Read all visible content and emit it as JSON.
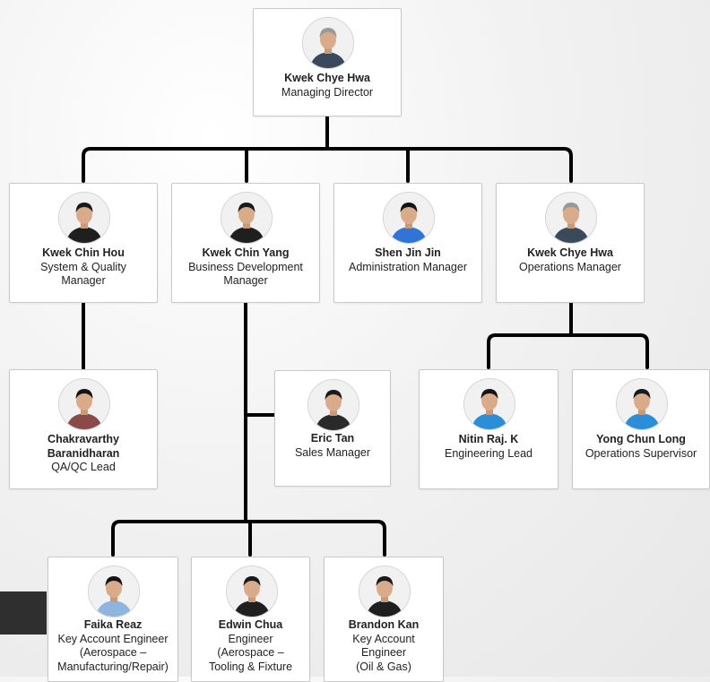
{
  "people": {
    "md": {
      "name": "Kwek Chye Hwa",
      "role": "Managing Director",
      "shirt": "#3a4a5c",
      "hair": "#9a9a9a"
    },
    "kch": {
      "name": "Kwek Chin Hou",
      "role": "System & Quality\nManager",
      "shirt": "#1f1f1f",
      "hair": "#1a1a1a"
    },
    "kcy": {
      "name": "Kwek Chin Yang",
      "role": "Business Development\nManager",
      "shirt": "#1f1f1f",
      "hair": "#1a1a1a"
    },
    "sjj": {
      "name": "Shen Jin Jin",
      "role": "Administration Manager",
      "shirt": "#2f74d6",
      "hair": "#141414"
    },
    "kch2": {
      "name": "Kwek Chye Hwa",
      "role": "Operations Manager",
      "shirt": "#3a4a5c",
      "hair": "#9a9a9a"
    },
    "cb": {
      "name": "Chakravarthy\nBaranidharan",
      "role": "QA/QC Lead",
      "shirt": "#8a4a4a",
      "hair": "#151515"
    },
    "et": {
      "name": "Eric Tan",
      "role": "Sales Manager",
      "shirt": "#2a2a2a",
      "hair": "#1a1a1a"
    },
    "nrk": {
      "name": "Nitin Raj. K",
      "role": "Engineering Lead",
      "shirt": "#2a8ed8",
      "hair": "#151515"
    },
    "ycl": {
      "name": "Yong Chun Long",
      "role": "Operations Supervisor",
      "shirt": "#2a8ed8",
      "hair": "#1a1a1a"
    },
    "fr": {
      "name": "Faika Reaz",
      "role": "Key Account Engineer\n(Aerospace –\nManufacturing/Repair)",
      "shirt": "#8fb4e0",
      "hair": "#141414"
    },
    "ec": {
      "name": "Edwin Chua",
      "role": "Engineer\n(Aerospace –\nTooling & Fixture",
      "shirt": "#1f1f1f",
      "hair": "#1a1a1a"
    },
    "bk": {
      "name": "Brandon Kan",
      "role": "Key Account\nEngineer\n(Oil & Gas)",
      "shirt": "#1f1f1f",
      "hair": "#1a1a1a"
    }
  },
  "colors": {
    "connector": "#000000",
    "card_border": "#c9c9c9"
  }
}
